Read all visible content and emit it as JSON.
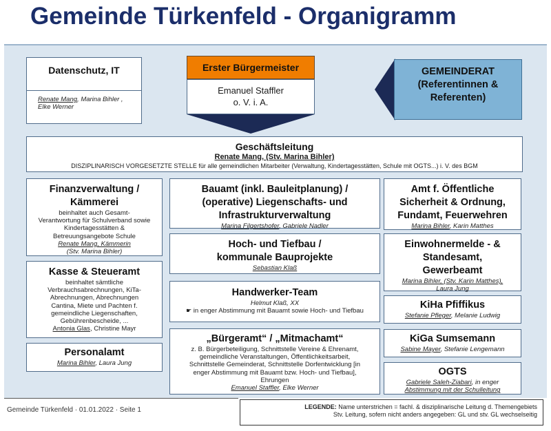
{
  "title": "Gemeinde Türkenfeld - Organigramm",
  "datenschutz": {
    "title": "Datenschutz, IT",
    "lead": "Renate Mang",
    "rest1": ", Marina Bihler ,",
    "line2": "Elke Werner"
  },
  "buergermeister": {
    "label": "Erster Bürgermeister",
    "name": "Emanuel Staffler",
    "sub": "o. V. i. A."
  },
  "gemeinderat": {
    "line1": "GEMEINDERAT",
    "line2": "(Referentinnen &",
    "line3": "Referenten)"
  },
  "geschaeftsleitung": {
    "title": "Geschäftsleitung",
    "names": "Renate Mang, (Stv. Marina Bihler)",
    "desc": "DISZIPLINARISCH VORGESETZTE STELLE für alle gemeindlichen Mitarbeiter (Verwaltung, Kindertagesstätten, Schule mit OGTS...)  i. V. des BGM"
  },
  "finanz": {
    "title1": "Finanzverwaltung /",
    "title2": "Kämmerei",
    "d1": "beinhaltet auch Gesamt-",
    "d2": "Verantwortung für Schulverband sowie",
    "d3": "Kindertagesstätten &",
    "d4": "Betreuungsangebote Schule",
    "p1": "Renate Mang, Kämmerin",
    "p2": "(Stv. Marina Bihler)"
  },
  "kasse": {
    "title": "Kasse & Steueramt",
    "d1": "beinhaltet sämtliche",
    "d2": "Verbrauchsabrechnungen, KiTa-",
    "d3": "Abrechnungen, Abrechnungen",
    "d4": "Cantina, Miete und Pachten f.",
    "d5": "gemeindliche Liegenschaften,",
    "d6": "Gebührenbescheide, ...",
    "lead": "Antonia Glas",
    "rest": ", Christine Mayr"
  },
  "personal": {
    "title": "Personalamt",
    "lead": "Marina Bihler",
    "rest": ", Laura Jung"
  },
  "bauamt": {
    "t1": "Bauamt (inkl. Bauleitplanung) /",
    "t2": "(operative) Liegenschafts- und",
    "t3": "Infrastrukturverwaltung",
    "lead": "Marina Filgertshofer",
    "rest": ", Gabriele Nadler"
  },
  "hochtief": {
    "t1": "Hoch- und Tiefbau /",
    "t2": "kommunale Bauprojekte",
    "lead": "Sebastian Klaß"
  },
  "handwerker": {
    "title": "Handwerker-Team",
    "names": "Helmut Klaß, XX",
    "note": "in enger Abstimmung mit Bauamt sowie Hoch- und Tiefbau",
    "icon": "hand-pointer-icon"
  },
  "buergeramt": {
    "title": "„Bürgeramt“ / „Mitmachamt“",
    "d1": "z. B. Bürgerbeteiligung, Schnittstelle Vereine & Ehrenamt,",
    "d2": "gemeindliche Veranstaltungen, Öffentlichkeitsarbeit,",
    "d3": "Schnittstelle Gemeinderat, Schnittstelle Dorfentwicklung [in",
    "d4": "enger Abstimmung mit Bauamt bzw. Hoch- und Tiefbau],",
    "d5": "Ehrungen",
    "lead": "Emanuel Staffler",
    "rest": ", Elke Werner"
  },
  "sicherheit": {
    "t1": "Amt f. Öffentliche",
    "t2": "Sicherheit & Ordnung,",
    "t3": "Fundamt, Feuerwehren",
    "lead": "Marina Bihler",
    "rest": ", Karin Matthes"
  },
  "einwohner": {
    "t1": "Einwohnermelde - &",
    "t2": "Standesamt,",
    "t3": "Gewerbeamt",
    "lead": "Marina Bihler, (Stv. Karin Matthes),",
    "line2": "Laura Jung"
  },
  "kiha": {
    "title": "KiHa Pfiffikus",
    "lead": "Stefanie Pfleger",
    "rest": ", Melanie Ludwig"
  },
  "kiga": {
    "title": "KiGa Sumsemann",
    "lead": "Sabine Mayer",
    "rest": ", Stefanie Lengemann"
  },
  "ogts": {
    "title": "OGTS",
    "lead": "Gabriele Saleh-Ziabari",
    "rest": ", in enger",
    "line2": "Abstimmung mit der Schulleitung"
  },
  "footer": "Gemeinde Türkenfeld  · 01.01.2022 · Seite 1",
  "legend": {
    "label": "LEGENDE:",
    "line1": " Name unterstrichen = fachl. & disziplinarische Leitung d. Themengebiets",
    "line2": "Stv. Leitung, sofern nicht anders angegeben: GL und stv. GL wechselseitig"
  },
  "colors": {
    "title": "#1b2e6a",
    "orange": "#f07d00",
    "navy": "#1c2a55",
    "gemeinderat": "#7fb3d6",
    "panel": "#dbe6f0"
  }
}
